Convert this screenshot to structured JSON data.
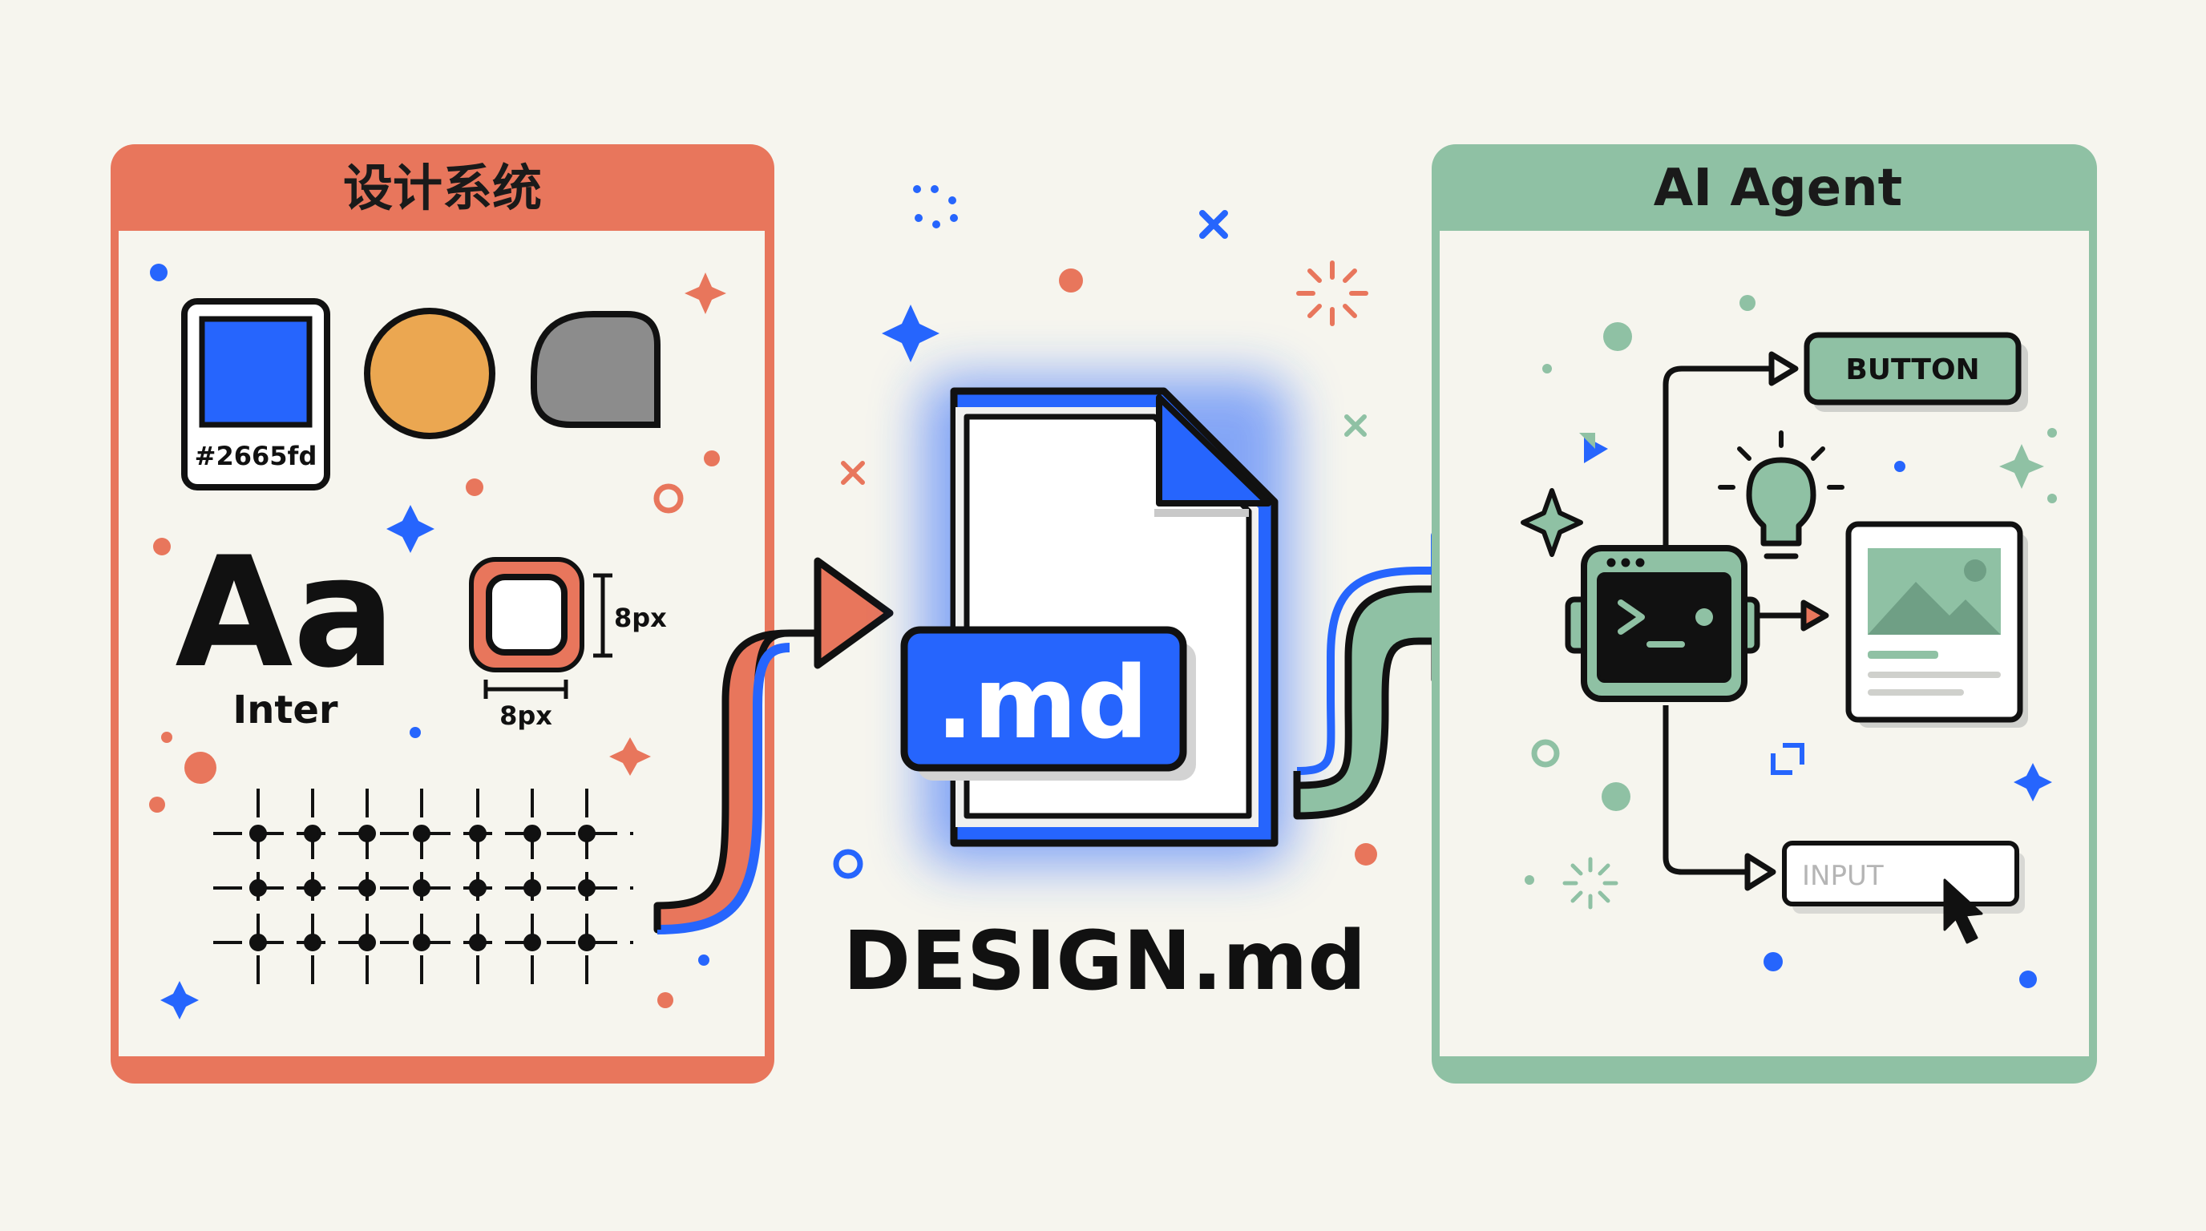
{
  "colors": {
    "background": "#f6f5ee",
    "design_system_accent": "#e8765c",
    "agent_accent": "#8fc1a4",
    "brand_blue": "#2665fd",
    "orange": "#eba751",
    "gray": "#8c8c8c",
    "ink": "#111111"
  },
  "design_system": {
    "title": "设计系统",
    "swatch": {
      "color": "#2665fd",
      "label": "#2665fd"
    },
    "typography": {
      "sample": "Aa",
      "font_name": "Inter"
    },
    "spacing": {
      "vertical_label": "8px",
      "horizontal_label": "8px"
    }
  },
  "file": {
    "badge": ".md",
    "name": "DESIGN.md"
  },
  "agent": {
    "title": "AI Agent",
    "button_label": "BUTTON",
    "input_placeholder": "INPUT"
  },
  "icons": {
    "terminal": "terminal-robot-icon",
    "bulb": "lightbulb-icon",
    "image": "image-placeholder-icon",
    "cursor": "mouse-cursor-icon",
    "document": "document-file-icon"
  }
}
